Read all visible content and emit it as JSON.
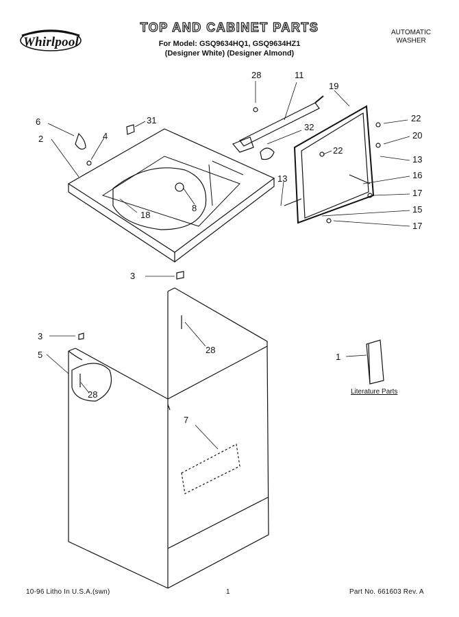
{
  "header": {
    "brand": "Whirlpool",
    "title": "TOP AND CABINET PARTS",
    "model_line": "For Model: GSQ9634HQ1, GSQ9634HZ1",
    "color_line": "(Designer White) (Designer Almond)",
    "product_line1": "AUTOMATIC",
    "product_line2": "WASHER"
  },
  "callouts": {
    "c28_top": "28",
    "c11": "11",
    "c19": "19",
    "c6": "6",
    "c31": "31",
    "c32": "32",
    "c22_right": "22",
    "c20": "20",
    "c2": "2",
    "c4": "4",
    "c22_inner": "22",
    "c13_right": "13",
    "c16": "16",
    "c13_left": "13",
    "c17_upper": "17",
    "c8": "8",
    "c18": "18",
    "c15": "15",
    "c17_lower": "17",
    "c3_top": "3",
    "c3_left": "3",
    "c28_mid": "28",
    "c5": "5",
    "c1": "1",
    "c28_left": "28",
    "c7": "7"
  },
  "literature_label": "Literature Parts",
  "footer": {
    "left": "10-96 Litho In U.S.A.(swn)",
    "page": "1",
    "right": "Part No. 661603 Rev. A"
  }
}
